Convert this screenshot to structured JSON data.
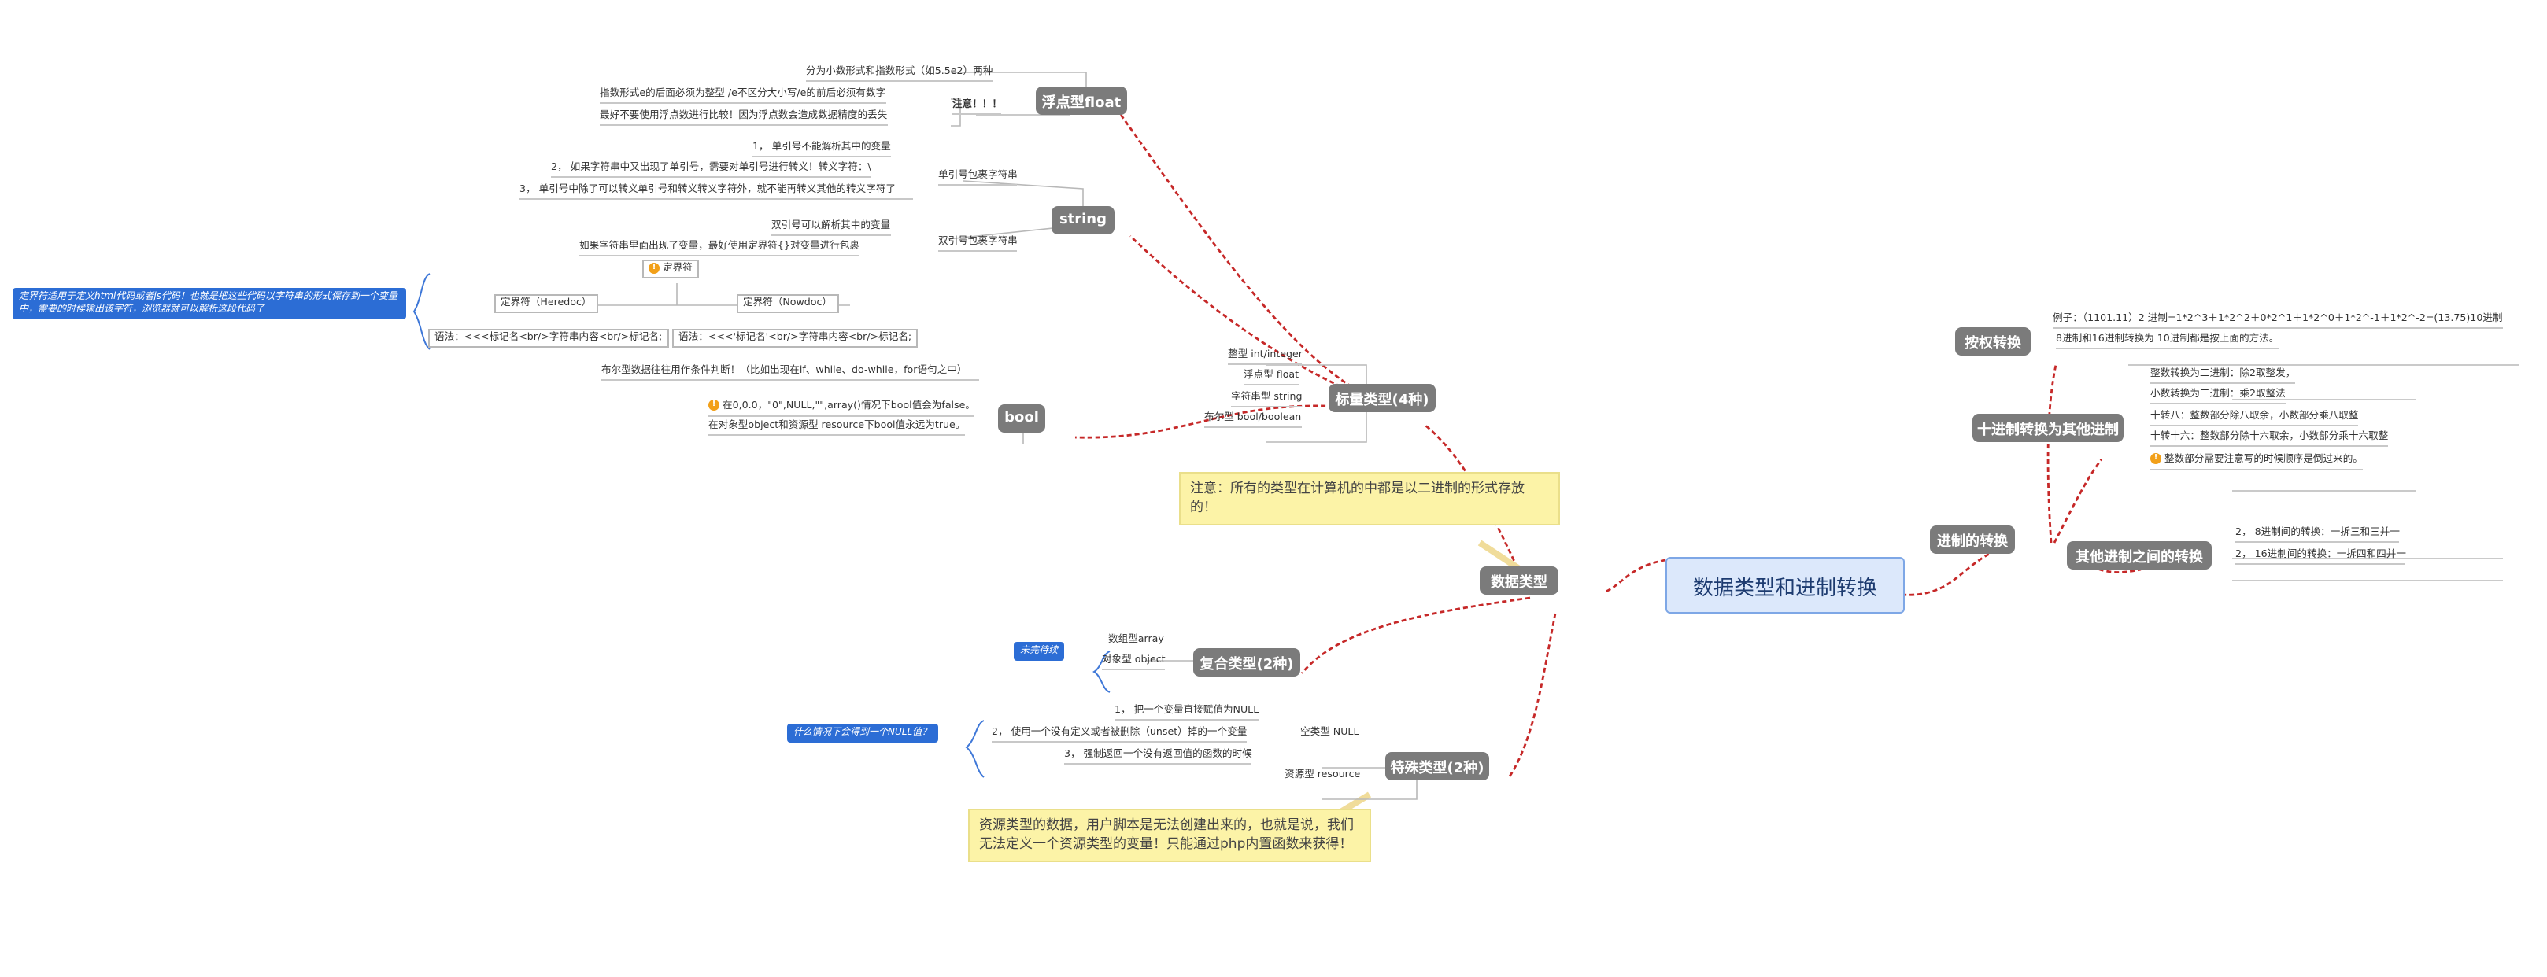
{
  "root": {
    "title": "数据类型和进制转换"
  },
  "left": {
    "data_types": "数据类型",
    "scalar": {
      "title": "标量类型(4种)",
      "items": [
        "整型 int/integer",
        "浮点型 float",
        "字符串型 string",
        "布尔型 bool/boolean"
      ]
    },
    "float": {
      "title": "浮点型float",
      "desc": "分为小数形式和指数形式（如5.5e2）两种",
      "caution_label": "注意！！！",
      "caution": [
        "指数形式e的后面必须为整型 /e不区分大小写/e的前后必须有数字",
        "最好不要使用浮点数进行比较！因为浮点数会造成数据精度的丢失"
      ]
    },
    "string": {
      "title": "string",
      "single_label": "单引号包裹字符串",
      "single": [
        "1， 单引号不能解析其中的变量",
        "2， 如果字符串中又出现了单引号，需要对单引号进行转义！转义字符：\\",
        "3， 单引号中除了可以转义单引号和转义转义字符外，就不能再转义其他的转义字符了"
      ],
      "double_label": "双引号包裹字符串",
      "double": [
        "双引号可以解析其中的变量",
        "如果字符串里面出现了变量，最好使用定界符{}对变量进行包裹"
      ],
      "delimiter": "定界符",
      "heredoc": "定界符（Heredoc）",
      "nowdoc": "定界符（Nowdoc）",
      "syntax1": "语法：<<<标记名<br/>字符串内容<br/>标记名;",
      "syntax2": "语法：<<<'标记名'<br/>字符串内容<br/>标记名;",
      "delimiter_note": "定界符适用于定义html代码或者js代码！也就是把这些代码以字符串的形式保存到一个变量中，需要的时候输出该字符，浏览器就可以解析这段代码了"
    },
    "bool": {
      "title": "bool",
      "items": [
        "布尔型数据往往用作条件判断！（比如出现在if、while、do-while，for语句之中）",
        "在0,0.0，\"0\",NULL,\"\",array()情况下bool值会为false。",
        "在对象型object和资源型 resource下bool值永远为true。"
      ]
    },
    "binary_note": "注意：所有的类型在计算机的中都是以二进制的形式存放的！",
    "compound": {
      "title": "复合类型(2种)",
      "items": [
        "数组型array",
        "对象型 object"
      ],
      "note": "未完待续"
    },
    "special": {
      "title": "特殊类型(2种)",
      "null_label": "空类型 NULL",
      "null_items": [
        "1， 把一个变量直接赋值为NULL",
        "2， 使用一个没有定义或者被删除（unset）掉的一个变量",
        "3， 强制返回一个没有返回值的函数的时候"
      ],
      "null_note": "什么情况下会得到一个NULL值？",
      "resource": "资源型 resource",
      "resource_note": "资源类型的数据，用户脚本是无法创建出来的，也就是说，我们无法定义一个资源类型的变量！只能通过php内置函数来获得！"
    }
  },
  "right": {
    "radix": "进制的转换",
    "weight": {
      "title": "按权转换",
      "items": [
        "例子：（1101.11）2 进制=1*2^3＋1*2^2＋0*2^1＋1*2^0＋1*2^-1＋1*2^-2=(13.75)10进制",
        "8进制和16进制转换为 10进制都是按上面的方法。"
      ]
    },
    "decimal": {
      "title": "十进制转换为其他进制",
      "items": [
        "整数转换为二进制：除2取整发，",
        "小数转换为二进制：乘2取整法",
        "十转八：整数部分除八取余，小数部分乘八取整",
        "十转十六：整数部分除十六取余，小数部分乘十六取整",
        "整数部分需要注意写的时候顺序是倒过来的。"
      ]
    },
    "other": {
      "title": "其他进制之间的转换",
      "items": [
        "2， 8进制间的转换：一拆三和三并一",
        "2， 16进制间的转换：一拆四和四并一"
      ]
    }
  },
  "colors": {
    "link": "#c62828",
    "node": "#7b7b7b",
    "root_bg": "#dce8fb",
    "note_yellow": "#fcf3a7",
    "note_blue": "#2c6dd5"
  }
}
